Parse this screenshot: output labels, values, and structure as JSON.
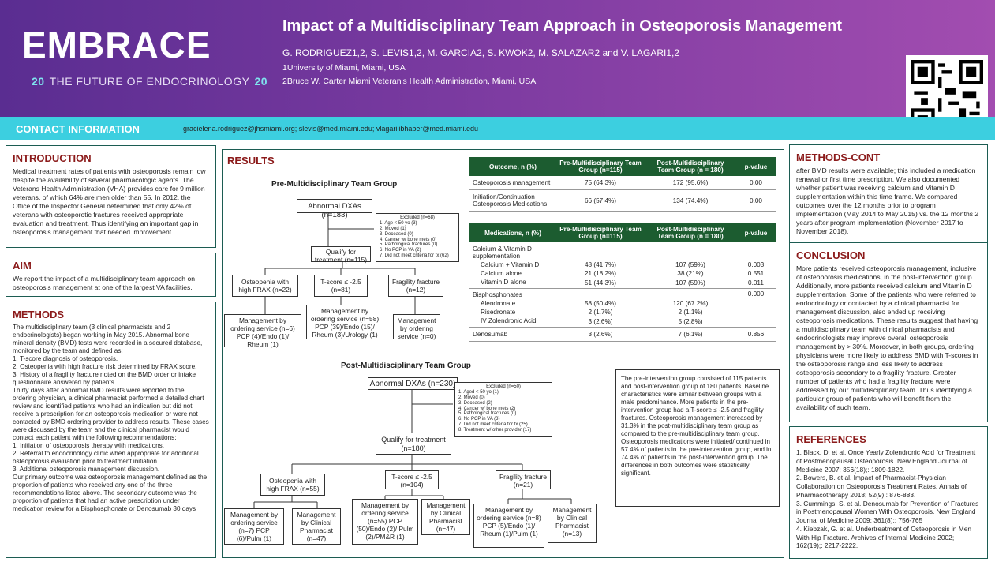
{
  "header": {
    "logo_text": "EMBRACE",
    "logo_year_left": "20",
    "logo_tagline": "THE FUTURE OF ENDOCRINOLOGY",
    "logo_year_right": "20",
    "title": "Impact of a Multidisciplinary Team Approach in Osteoporosis Management",
    "authors": "G. RODRIGUEZ1,2, S. LEVIS1,2, M. GARCIA2, S. KWOK2,  M. SALAZAR2 and V. LAGARI1,2",
    "affiliation1": "1University of Miami, Miami, USA",
    "affiliation2": "2Bruce W. Carter Miami Veteran's Health Administration, Miami, USA"
  },
  "contact": {
    "label": "CONTACT INFORMATION",
    "emails": "gracielena.rodriguez@jhsmiami.org; slevis@med.miami.edu; vlagarilibhaber@med.miami.edu"
  },
  "intro": {
    "heading": "INTRODUCTION",
    "text": "Medical treatment rates of patients with osteoporosis remain low despite the availability of several pharmacologic agents. The Veterans Health Administration (VHA) provides care for 9 million veterans, of which 64% are men older than 55. In 2012, the Office of the Inspector General determined that only 42% of veterans with osteoporotic fractures received appropriate evaluation and treatment. Thus identifying an important gap in osteoporosis management that needed improvement."
  },
  "aim": {
    "heading": "AIM",
    "text": "We report the impact of a multidisciplinary team approach on osteoporosis management at one of the largest VA facilities."
  },
  "methods": {
    "heading": "METHODS",
    "text": "The multidisciplinary team (3 clinical pharmacists and 2 endocrinologists) began working in May 2015. Abnormal bone mineral density (BMD) tests were recorded in a secured database, monitored by the team and defined as:\n1. T-score diagnosis of osteoporosis.\n2. Osteopenia with high fracture risk determined by FRAX score.\n3. History of a fragility fracture noted on the BMD order or intake questionnaire answered by patients.\nThirty days after abnormal BMD results were reported to the ordering physician, a clinical pharmacist performed a detailed chart review and identified patients who had an indication but did not receive a prescription for an osteoporosis medication or were not contacted by BMD ordering provider to address results. These cases were discussed by the team and the clinical pharmacist would contact each patient with the following recommendations:\n1. Initiation of osteoporosis therapy with medications.\n2. Referral to endocrinology clinic when appropriate for additional osteoporosis evaluation prior to treatment initiation.\n3. Additional osteoporosis management discussion.\nOur primary outcome was osteoporosis management defined as the proportion of patients who received any one of the three recommendations listed above. The secondary outcome was the proportion of patients that had an active prescription under medication review for a Bisphosphonate or Denosumab 30 days"
  },
  "results": {
    "heading": "RESULTS",
    "pre_title": "Pre-Multidisciplinary Team Group",
    "post_title": "Post-Multidisciplinary Team Group",
    "pre": {
      "abnormal": "Abnormal DXAs (n=183)",
      "excluded_title": "Excluded (n=68)",
      "excluded_items": [
        "1. Age < 50 yo (3)",
        "2. Moved (1)",
        "3. Deceased (0)",
        "4. Cancer w/ bone mets (0)",
        "5. Pathological fractures (0)",
        "6. No PCP in VA (2)",
        "7. Did not meet criteria for tx (62)"
      ],
      "qualify": "Qualify for treatment (n=115)",
      "b1": "Osteopenia with high FRAX (n=22)",
      "b2": "T-score ≤ -2.5 (n=81)",
      "b3": "Fragility fracture (n=12)",
      "m1": "Management by ordering service (n=6) PCP (4)/Endo (1)/ Rheum (1)",
      "m2": "Management by ordering service (n=58) PCP (39)/Endo (15)/ Rheum (3)/Urology (1)",
      "m3": "Management by ordering service (n=0)"
    },
    "post": {
      "abnormal": "Abnormal DXAs (n=230)",
      "excluded_title": "Excluded (n=50)",
      "excluded_items": [
        "1. Aged < 50 yo (1)",
        "2. Moved (0)",
        "3. Deceased (2)",
        "4. Cancer w/ bone mets (2)",
        "5. Pathological fractures (0)",
        "6. No PCP in VA (3)",
        "7. Did not meet criteria for tx (25)",
        "8. Treatment w/ other provider (17)"
      ],
      "qualify": "Qualify for treatment (n=180)",
      "b1": "Osteopenia with high FRAX (n=55)",
      "b2": "T-score ≤ -2.5 (n=104)",
      "b3": "Fragility fracture (n=21)",
      "m1": "Management by ordering service (n=7) PCP (6)/Pulm (1)",
      "m1b": "Management by Clinical Pharmacist (n=47)",
      "m2": "Management by ordering service (n=55) PCP (50)/Endo (2)/ Pulm (2)/PM&R (1)",
      "m2b": "Management by Clinical Pharmacist (n=47)",
      "m3": "Management by ordering service (n=8) PCP (5)/Endo (1)/ Rheum (1)/Pulm (1)",
      "m3b": "Management by Clinical Pharmacist (n=13)"
    },
    "table1": {
      "headers": [
        "Outcome, n (%)",
        "Pre-Multidisciplinary Team Group (n=115)",
        "Post-Multidisciplinary Team Group (n = 180)",
        "p-value"
      ],
      "rows": [
        [
          "Osteoporosis management",
          "75 (64.3%)",
          "172 (95.6%)",
          "0.00"
        ],
        [
          "Initiation/Continuation Osteoporosis Medications",
          "66 (57.4%)",
          "134 (74.4%)",
          "0.00"
        ]
      ]
    },
    "table2": {
      "headers": [
        "Medications, n (%)",
        "Pre-Multidisciplinary Team Group (n=115)",
        "Post-Multidisciplinary Team Group (n = 180)",
        "p-value"
      ],
      "rows": [
        [
          "Calcium & Vitamin D supplementation",
          "",
          "",
          ""
        ],
        [
          "Calcium + Vitamin D",
          "48 (41.7%)",
          "107 (59%)",
          "0.003"
        ],
        [
          "Calcium alone",
          "21 (18.2%)",
          "38 (21%)",
          "0.551"
        ],
        [
          "Vitamin D alone",
          "51 (44.3%)",
          "107 (59%)",
          "0.011"
        ],
        [
          "Bisphosphonates",
          "",
          "",
          "0.000"
        ],
        [
          "Alendronate",
          "58 (50.4%)",
          "120 (67.2%)",
          ""
        ],
        [
          "Risedronate",
          "2 (1.7%)",
          "2 (1.1%)",
          ""
        ],
        [
          "IV Zolendronic Acid",
          "3 (2.6%)",
          "5 (2.8%)",
          ""
        ],
        [
          "Denosumab",
          "3 (2.6%)",
          "7 (6.1%)",
          "0.856"
        ]
      ]
    },
    "summary": "The pre-intervention group consisted of 115 patients and post-intervention group of 180 patients. Baseline characteristics were similar between groups with a male predominance. More patients in the pre-intervention group had a T-score ≤ -2.5 and fragility fractures. Osteoporosis management increased by 31.3% in the post-multidisciplinary team group as compared to the pre-multidisciplinary team group. Osteoporosis medications were initiated/ continued in 57.4% of patients in the pre-intervention group, and in 74.4% of patients in the post-intervention group. The differences in both outcomes were statistically significant."
  },
  "methods_cont": {
    "heading": "METHODS-CONT",
    "text": "after BMD results were available; this included a medication renewal or first time prescription. We also documented whether patient was receiving calcium and Vitamin D supplementation within this time frame. We compared outcomes over the 12 months prior to program implementation (May 2014 to May 2015) vs. the 12 months 2 years after program implementation (November 2017 to November 2018)."
  },
  "conclusion": {
    "heading": "CONCLUSION",
    "text": "More patients received osteoporosis management, inclusive of osteoporosis medications, in the post-intervention group. Additionally, more patients received calcium and Vitamin D supplementation. Some of the patients who were referred to endocrinology or contacted by a clinical pharmacist for management discussion, also ended up receiving osteoporosis medications. These results suggest that having a multidisciplinary team with clinical pharmacists and endocrinologists may improve overall osteoporosis management by > 30%. Moreover, in both groups, ordering physicians were more likely to address BMD with T-scores in the osteoporosis range and less likely to address osteoporosis secondary to a fragility fracture. Greater number of patients who had a fragility fracture were addressed by our multidisciplinary team. Thus identifying a particular group of patients who will benefit from the availability of such team."
  },
  "references": {
    "heading": "REFERENCES",
    "items": [
      "1. Black, D. et al. Once Yearly Zolendronic Acid for Treatment of Postmenopausal Osteoporosis. New England Journal of Medicine 2007; 356(18);: 1809-1822.",
      "2. Bowers, B. et al. Impact of Pharmacist-Physician Collaboration on Osteoporosis Treatment Rates. Annals of Pharmacotherapy 2018; 52(9);: 876-883.",
      "3. Cummings, S. et al. Denosumab for Prevention of Fractures in Postmenopausal Women With Osteoporosis. New England Journal of Medicine 2009; 361(8);: 756-765",
      "4. Kiebzak, G. et al. Undertreatment of Osteoporosis in Men With Hip Fracture. Archives of Internal Medicine 2002; 162(19);: 2217-2222."
    ]
  }
}
